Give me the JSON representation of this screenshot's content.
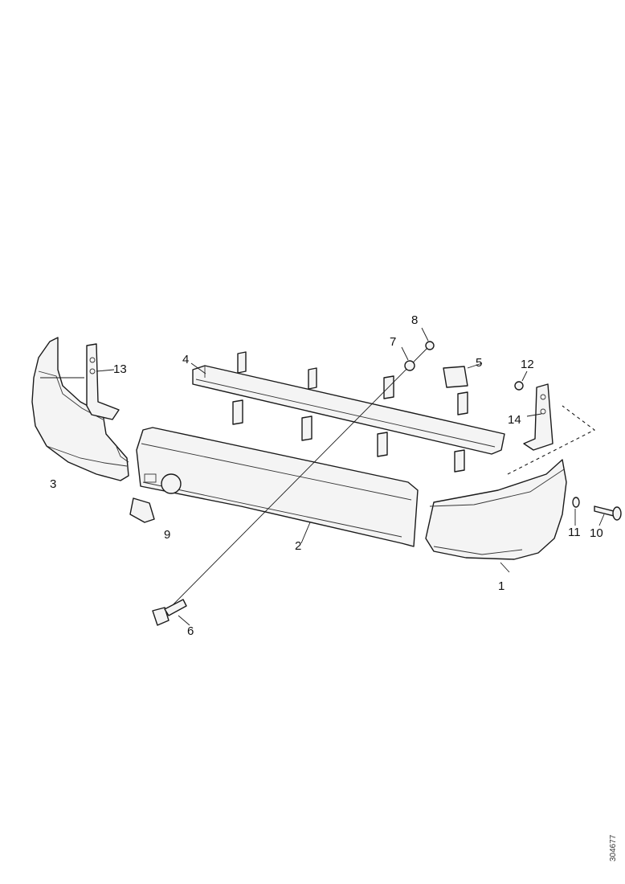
{
  "diagram": {
    "callouts": [
      "1",
      "2",
      "3",
      "4",
      "5",
      "6",
      "7",
      "8",
      "9",
      "10",
      "11",
      "12",
      "13",
      "14"
    ],
    "drawing_code": "304677"
  }
}
